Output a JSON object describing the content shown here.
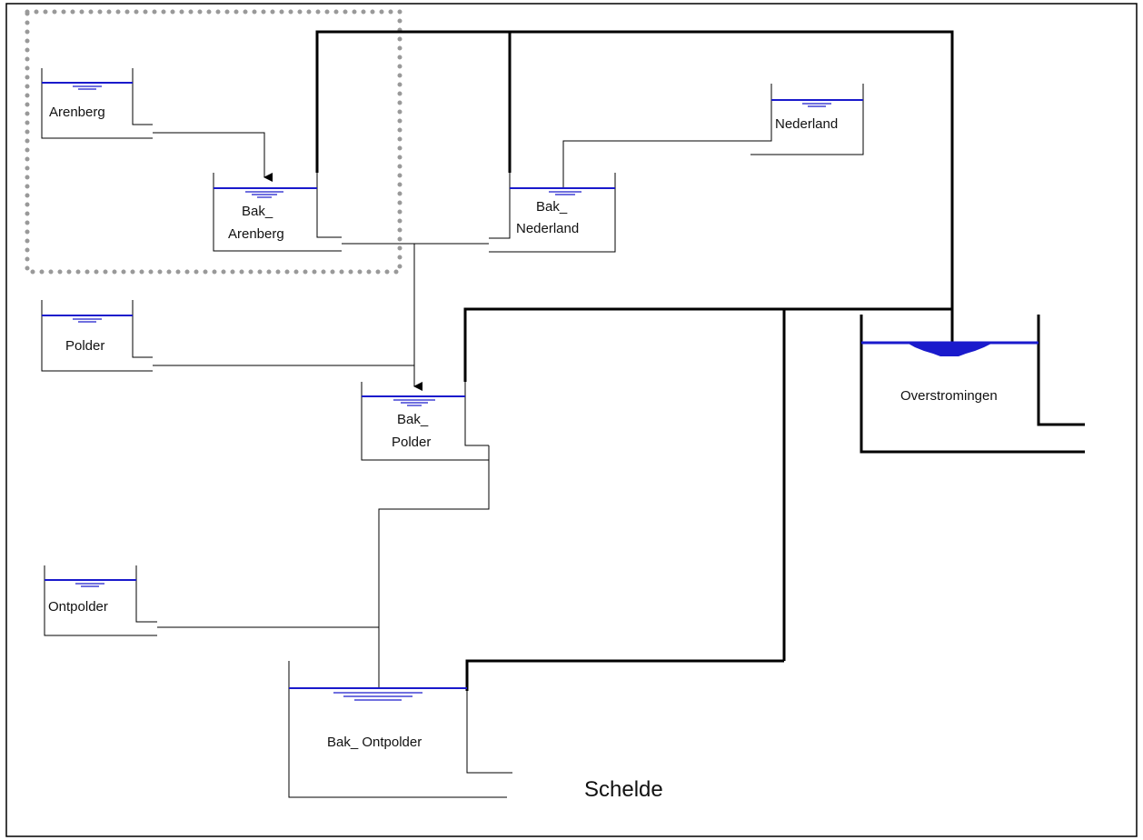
{
  "colors": {
    "water": "#1a1acc",
    "frame": "#000000",
    "selection": "#999999"
  },
  "labels": {
    "arenberg": "Arenberg",
    "bak_arenberg_1": "Bak_",
    "bak_arenberg_2": "Arenberg",
    "nederland": "Nederland",
    "bak_nederland_1": "Bak_",
    "bak_nederland_2": "Nederland",
    "polder": "Polder",
    "bak_polder_1": "Bak_",
    "bak_polder_2": "Polder",
    "ontpolder": "Ontpolder",
    "bak_ontpolder": "Bak_ Ontpolder",
    "overstromingen": "Overstromingen",
    "schelde": "Schelde"
  }
}
